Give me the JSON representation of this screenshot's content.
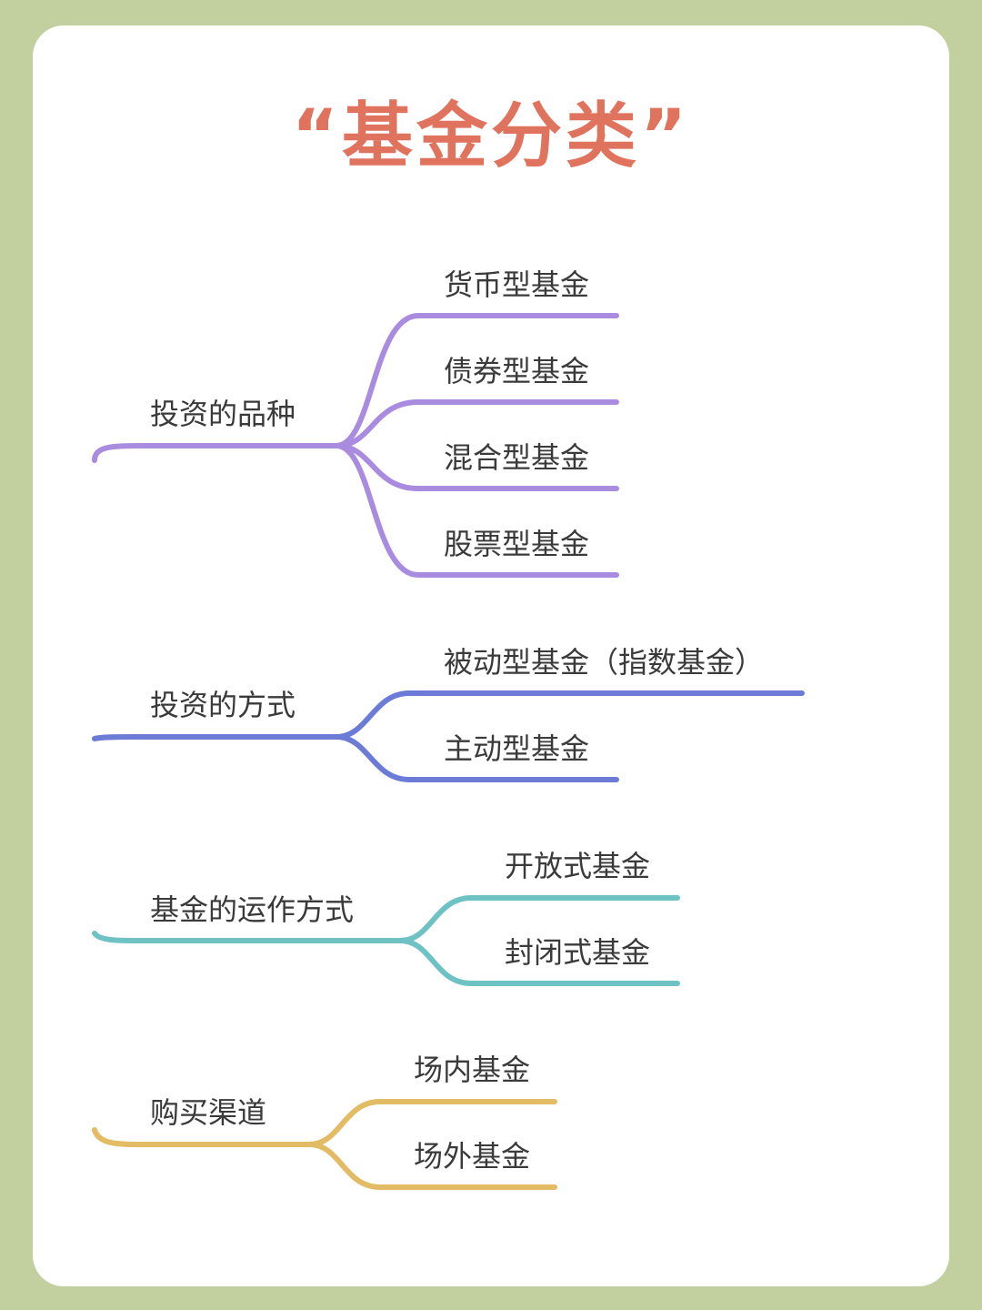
{
  "title": "“基金分类”",
  "groups": [
    {
      "label": "投资的品种",
      "color": "#a98be0",
      "children": [
        "货币型基金",
        "债券型基金",
        "混合型基金",
        "股票型基金"
      ]
    },
    {
      "label": "投资的方式",
      "color": "#6b7bd6",
      "children": [
        "被动型基金（指数基金）",
        "主动型基金"
      ]
    },
    {
      "label": "基金的运作方式",
      "color": "#6fc2c4",
      "children": [
        "开放式基金",
        "封闭式基金"
      ]
    },
    {
      "label": "购买渠道",
      "color": "#e3bb64",
      "children": [
        "场内基金",
        "场外基金"
      ]
    }
  ]
}
